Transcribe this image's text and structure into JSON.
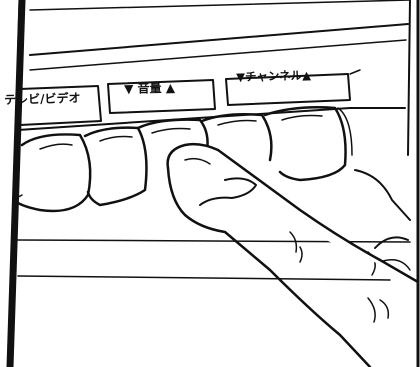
{
  "panel": {
    "labels": {
      "tv_video": "テレビ/ビデオ",
      "volume": "▼ 音量 ▲",
      "channel": "▼チャンネル▲"
    }
  },
  "colors": {
    "ink": "#111111",
    "paper": "#ffffff"
  },
  "icons": {
    "finger": "pointing-finger-icon"
  }
}
